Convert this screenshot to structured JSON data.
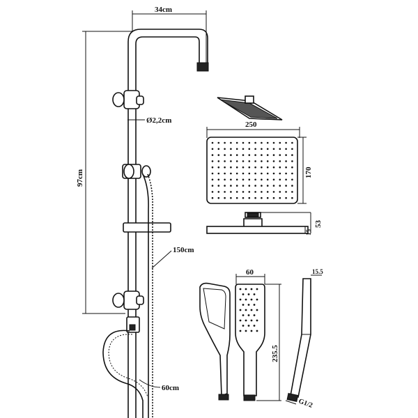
{
  "labels": {
    "width_top": "34cm",
    "height_total": "97cm",
    "rail_diameter": "Ø2,2cm",
    "hose_long": "150cm",
    "hose_short": "60cm",
    "head_width": "250",
    "head_depth": "170",
    "head_height": "53",
    "head_thickness": "15",
    "hand_width": "60",
    "hand_length": "235.5",
    "hand_thickness": "15.5",
    "thread": "G1/2"
  }
}
